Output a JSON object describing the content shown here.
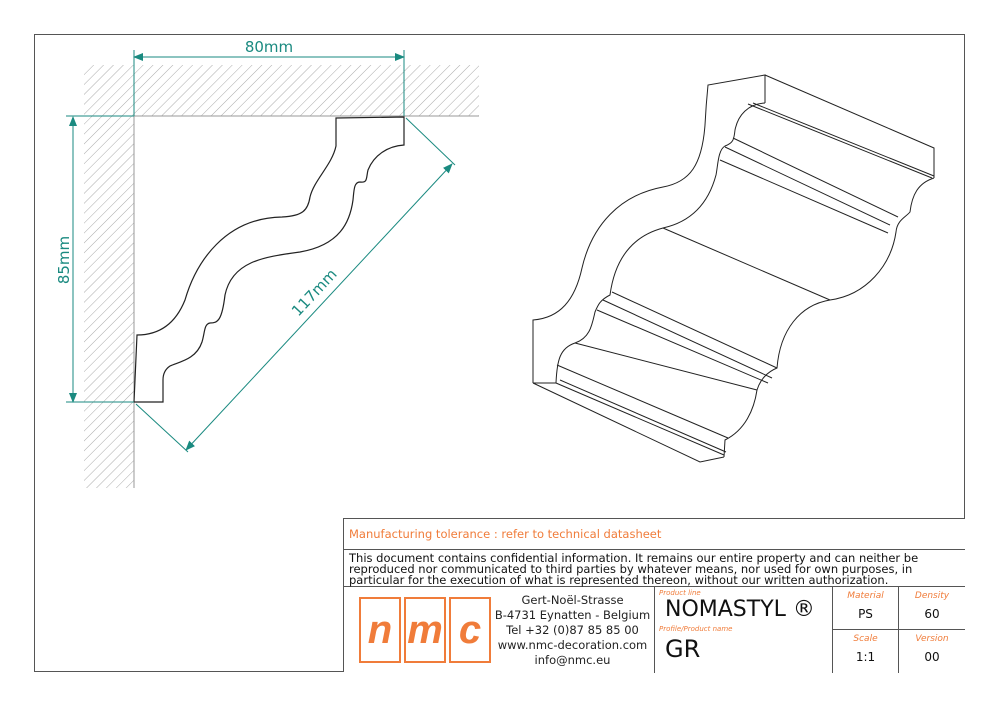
{
  "dimensions": {
    "width": "80mm",
    "height": "85mm",
    "diagonal": "117mm"
  },
  "colors": {
    "accent": "#f07c3a",
    "dimension": "#1a8a80",
    "line": "#222222"
  },
  "title_block": {
    "tolerance_note": "Manufacturing tolerance : refer to technical datasheet",
    "confidentiality": "This document contains confidential information. It remains our entire property and can neither be reproduced nor communicated to third parties by whatever means, nor used for own purposes, in particular for the execution of what is represented thereon, without our written authorization.",
    "logo_letters": [
      "n",
      "m",
      "c"
    ],
    "address": [
      "Gert-Noël-Strasse",
      "B-4731 Eynatten - Belgium",
      "Tel +32 (0)87 85 85 00",
      "www.nmc-decoration.com",
      "info@nmc.eu"
    ],
    "product_line_label": "Product line",
    "product_line": "NOMASTYL ®",
    "product_name_label": "Profile/Product name",
    "product_name": "GR",
    "properties": [
      {
        "label": "Material",
        "value": "PS"
      },
      {
        "label": "Density",
        "value": "60"
      },
      {
        "label": "Scale",
        "value": "1:1"
      },
      {
        "label": "Version",
        "value": "00"
      }
    ]
  }
}
